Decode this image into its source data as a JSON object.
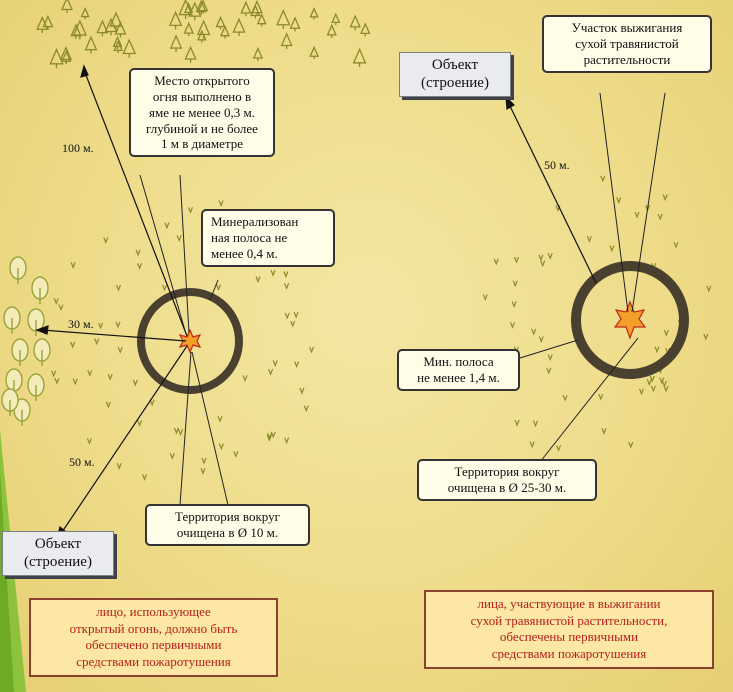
{
  "left": {
    "fire_place_callout": [
      "Место открытого",
      "огня выполнено в",
      "яме не менее 0,3 м.",
      "глубиной и не более",
      "1 м в диаметре"
    ],
    "mineral_strip_callout": [
      "Минерализован",
      "ная полоса не",
      "менее 0,4 м."
    ],
    "territory_callout": [
      "Территория вокруг",
      "очищена в Ø 10 м."
    ],
    "object_box": [
      "Объект",
      "(строение)"
    ],
    "dist_forest": "100 м.",
    "dist_trees": "30 м.",
    "dist_object": "50 м.",
    "note": [
      "лицо, использующее",
      "открытый огонь, должно быть",
      "обеспечено первичными",
      "средствами пожаротушения"
    ]
  },
  "right": {
    "object_box": [
      "Объект",
      "(строение)"
    ],
    "burn_area_callout": [
      "Участок выжигания",
      "сухой травянистой",
      "растительности"
    ],
    "dist_object": "50 м.",
    "min_strip_callout": [
      "Мин. полоса",
      "не менее 1,4 м."
    ],
    "territory_callout": [
      "Территория вокруг",
      "очищена в Ø 25-30 м."
    ],
    "note": [
      "лица, участвующие в выжигании",
      "сухой травянистой растительности,",
      "обеспечены первичными",
      "средствами пожаротушения"
    ]
  },
  "colors": {
    "background": "#efdf8e",
    "ring": "#4a4030",
    "fire": "#f2a02a",
    "note_text": "#b5201b",
    "note_border": "#8c4030",
    "grass": "#8a8a2a",
    "tree": "#9aa33a",
    "side_triangle": "#8dc33c"
  },
  "icons": [
    "conifer-tree-icon",
    "deciduous-tree-icon",
    "grass-tuft-icon",
    "fire-star-icon"
  ]
}
